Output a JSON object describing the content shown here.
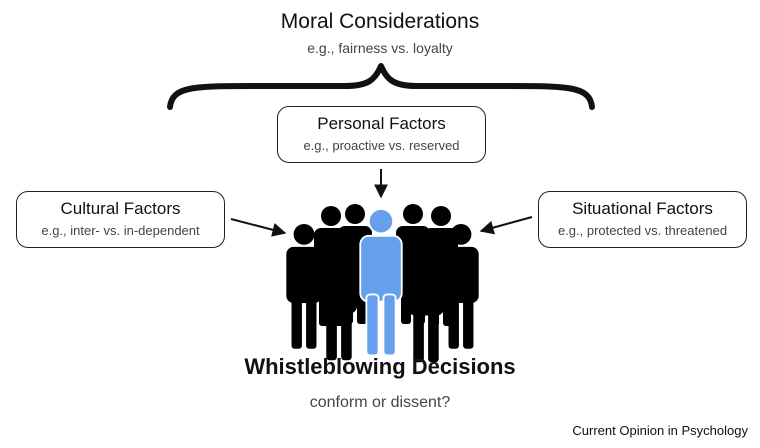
{
  "moral": {
    "title": "Moral Considerations",
    "example": "e.g., fairness vs. loyalty"
  },
  "factors": {
    "personal": {
      "title": "Personal Factors",
      "example": "e.g., proactive vs. reserved"
    },
    "cultural": {
      "title": "Cultural Factors",
      "example": "e.g., inter- vs. in-dependent"
    },
    "situational": {
      "title": "Situational Factors",
      "example": "e.g., protected vs. threatened"
    }
  },
  "outcome": {
    "title": "Whistleblowing Decisions",
    "subtitle": "conform or dissent?"
  },
  "credit": "Current Opinion in Psychology",
  "colors": {
    "crowd": "#000000",
    "individual": "#66a0ec",
    "text": "#111111",
    "muted": "#444444"
  }
}
